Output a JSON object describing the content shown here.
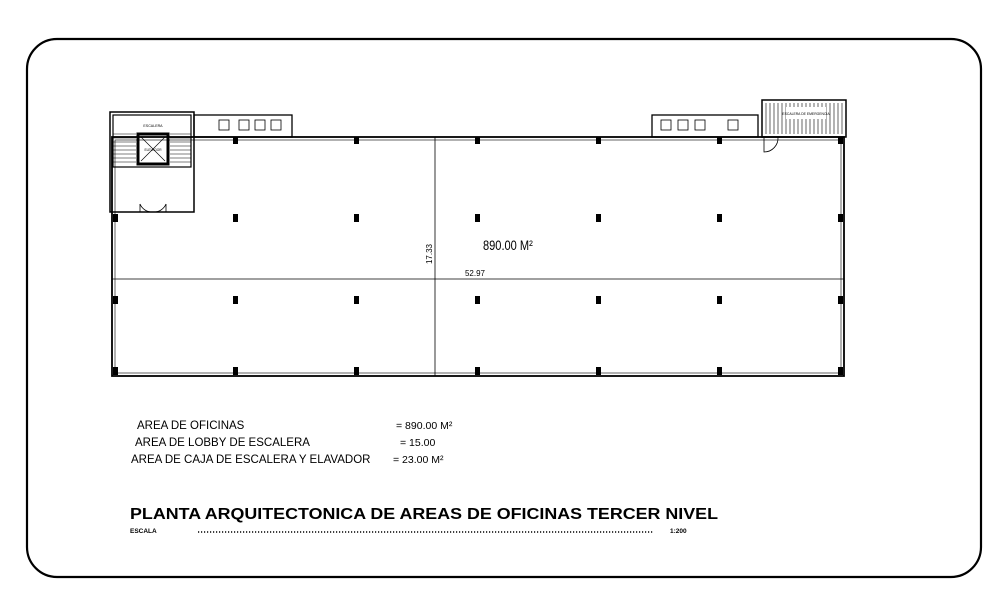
{
  "drawing": {
    "stair_left_label": "ESCALERA",
    "elevator_label": "ELEVADOR",
    "stair_right_label": "ESCALERA DE EMERGENCIA",
    "area_label": "890.00 M²",
    "dim_vertical": "17.33",
    "dim_horizontal": "52.97"
  },
  "areas": [
    {
      "label": "AREA DE OFICINAS",
      "value": "= 890.00 M²"
    },
    {
      "label": "AREA DE LOBBY DE ESCALERA",
      "value": "= 15.00"
    },
    {
      "label": "AREA DE CAJA DE ESCALERA Y ELAVADOR",
      "value": "= 23.00 M²"
    }
  ],
  "title_block": {
    "title": "PLANTA ARQUITECTONICA DE AREAS DE OFICINAS TERCER NIVEL",
    "scale_label": "ESCALA",
    "scale_value": "1:200"
  }
}
